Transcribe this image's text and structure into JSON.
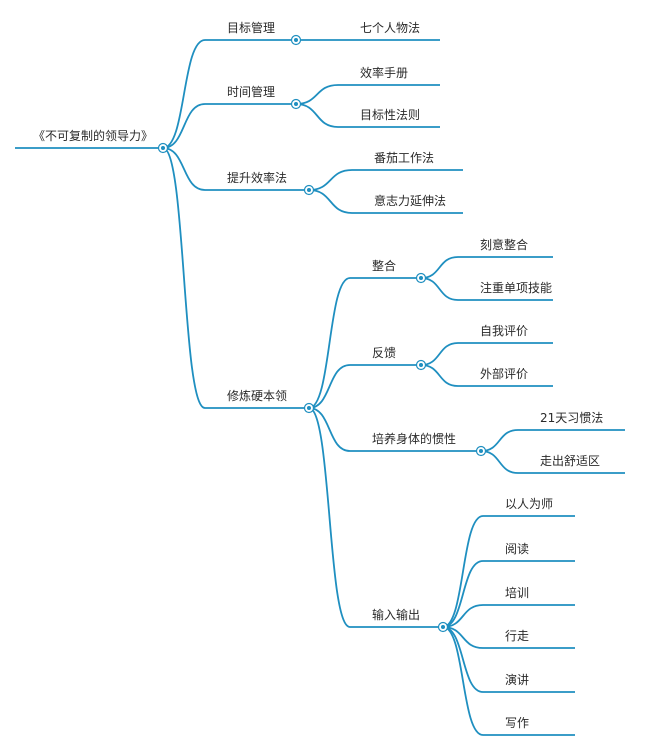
{
  "diagram": {
    "type": "mindmap",
    "line_color": "#1f8fc0",
    "text_color": "#2a2a2a",
    "root": {
      "label": "《不可复制的领导力》",
      "children": [
        {
          "label": "目标管理",
          "children": [
            {
              "label": "七个人物法"
            }
          ]
        },
        {
          "label": "时间管理",
          "children": [
            {
              "label": "效率手册"
            },
            {
              "label": "目标性法则"
            }
          ]
        },
        {
          "label": "提升效率法",
          "children": [
            {
              "label": "番茄工作法"
            },
            {
              "label": "意志力延伸法"
            }
          ]
        },
        {
          "label": "修炼硬本领",
          "children": [
            {
              "label": "整合",
              "children": [
                {
                  "label": "刻意整合"
                },
                {
                  "label": "注重单项技能"
                }
              ]
            },
            {
              "label": "反馈",
              "children": [
                {
                  "label": "自我评价"
                },
                {
                  "label": "外部评价"
                }
              ]
            },
            {
              "label": "培养身体的惯性",
              "children": [
                {
                  "label": "21天习惯法"
                },
                {
                  "label": "走出舒适区"
                }
              ]
            },
            {
              "label": "输入输出",
              "children": [
                {
                  "label": "以人为师"
                },
                {
                  "label": "阅读"
                },
                {
                  "label": "培训"
                },
                {
                  "label": "行走"
                },
                {
                  "label": "演讲"
                },
                {
                  "label": "写作"
                }
              ]
            }
          ]
        }
      ]
    }
  }
}
